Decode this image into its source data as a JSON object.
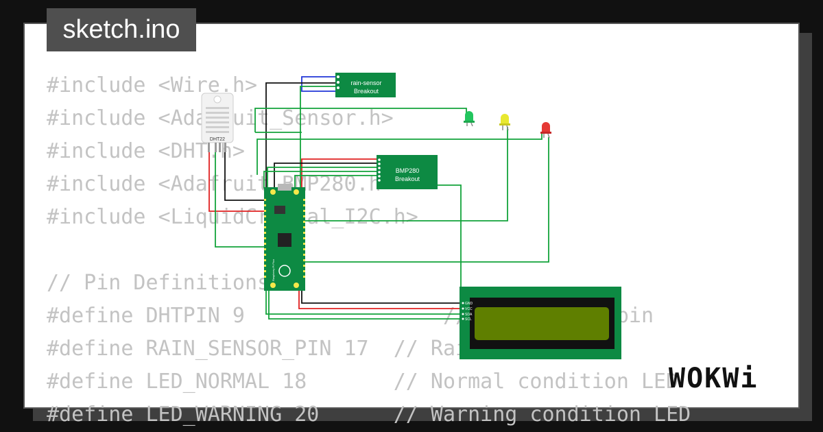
{
  "title": "sketch.ino",
  "logo": "WOKWi",
  "code_lines": [
    "#include <Wire.h>",
    "#include <Adafruit_Sensor.h>",
    "#include <DHT.h>",
    "#include <Adafruit_BMP280.h>",
    "#include <LiquidCrystal_I2C.h>",
    "",
    "// Pin Definitions",
    "#define DHTPIN 9                // DHT22 data pin",
    "#define RAIN_SENSOR_PIN 17  // Rain sensor",
    "#define LED_NORMAL 18       // Normal condition LED",
    "#define LED_WARNING 20      // Warning condition LED"
  ],
  "components": {
    "dht": {
      "label": "DHT22"
    },
    "rain": {
      "line1": "rain-sensor",
      "line2": "Breakout"
    },
    "bmp": {
      "line1": "BMP280",
      "line2": "Breakout"
    },
    "lcd": {
      "pins": [
        "GND",
        "VCC",
        "SDA",
        "SCL"
      ]
    },
    "pico": {
      "label": "Raspberry Pi Pico"
    }
  },
  "colors": {
    "led_green": "#22c55e",
    "led_yellow": "#e8e830",
    "led_red": "#e53935",
    "board_green": "#0d8a43",
    "lcd_screen": "#5f7f00",
    "wire_green": "#12a33a",
    "wire_red": "#e02020",
    "wire_black": "#111111",
    "wire_blue": "#2036d8"
  }
}
